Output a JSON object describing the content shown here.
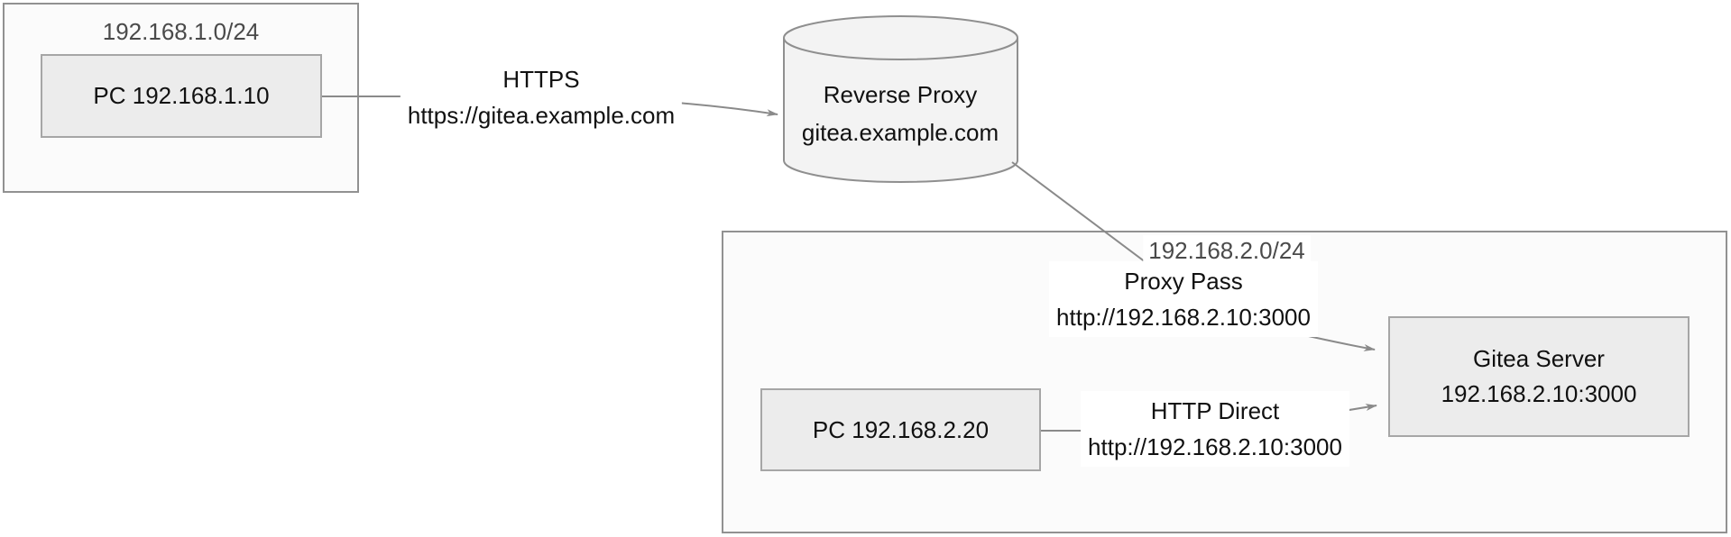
{
  "diagram": {
    "network1": {
      "title": "192.168.1.0/24",
      "pc_label": "PC 192.168.1.10"
    },
    "reverse_proxy": {
      "name": "Reverse Proxy",
      "host": "gitea.example.com"
    },
    "network2": {
      "title": "192.168.2.0/24",
      "pc_label": "PC 192.168.2.20",
      "gitea_name": "Gitea Server",
      "gitea_address": "192.168.2.10:3000"
    },
    "connections": {
      "https": {
        "protocol": "HTTPS",
        "url": "https://gitea.example.com"
      },
      "proxy_pass": {
        "protocol": "Proxy Pass",
        "url": "http://192.168.2.10:3000"
      },
      "http_direct": {
        "protocol": "HTTP Direct",
        "url": "http://192.168.2.10:3000"
      }
    },
    "colors": {
      "node_fill": "#ececec",
      "node_border": "#a6a6a6",
      "container_fill": "#fbfbfb",
      "container_border": "#919191",
      "cylinder_fill": "#f3f3f3",
      "connector": "#8a8a8a",
      "title_text": "#4a4a4a",
      "label_text": "#111111"
    }
  }
}
